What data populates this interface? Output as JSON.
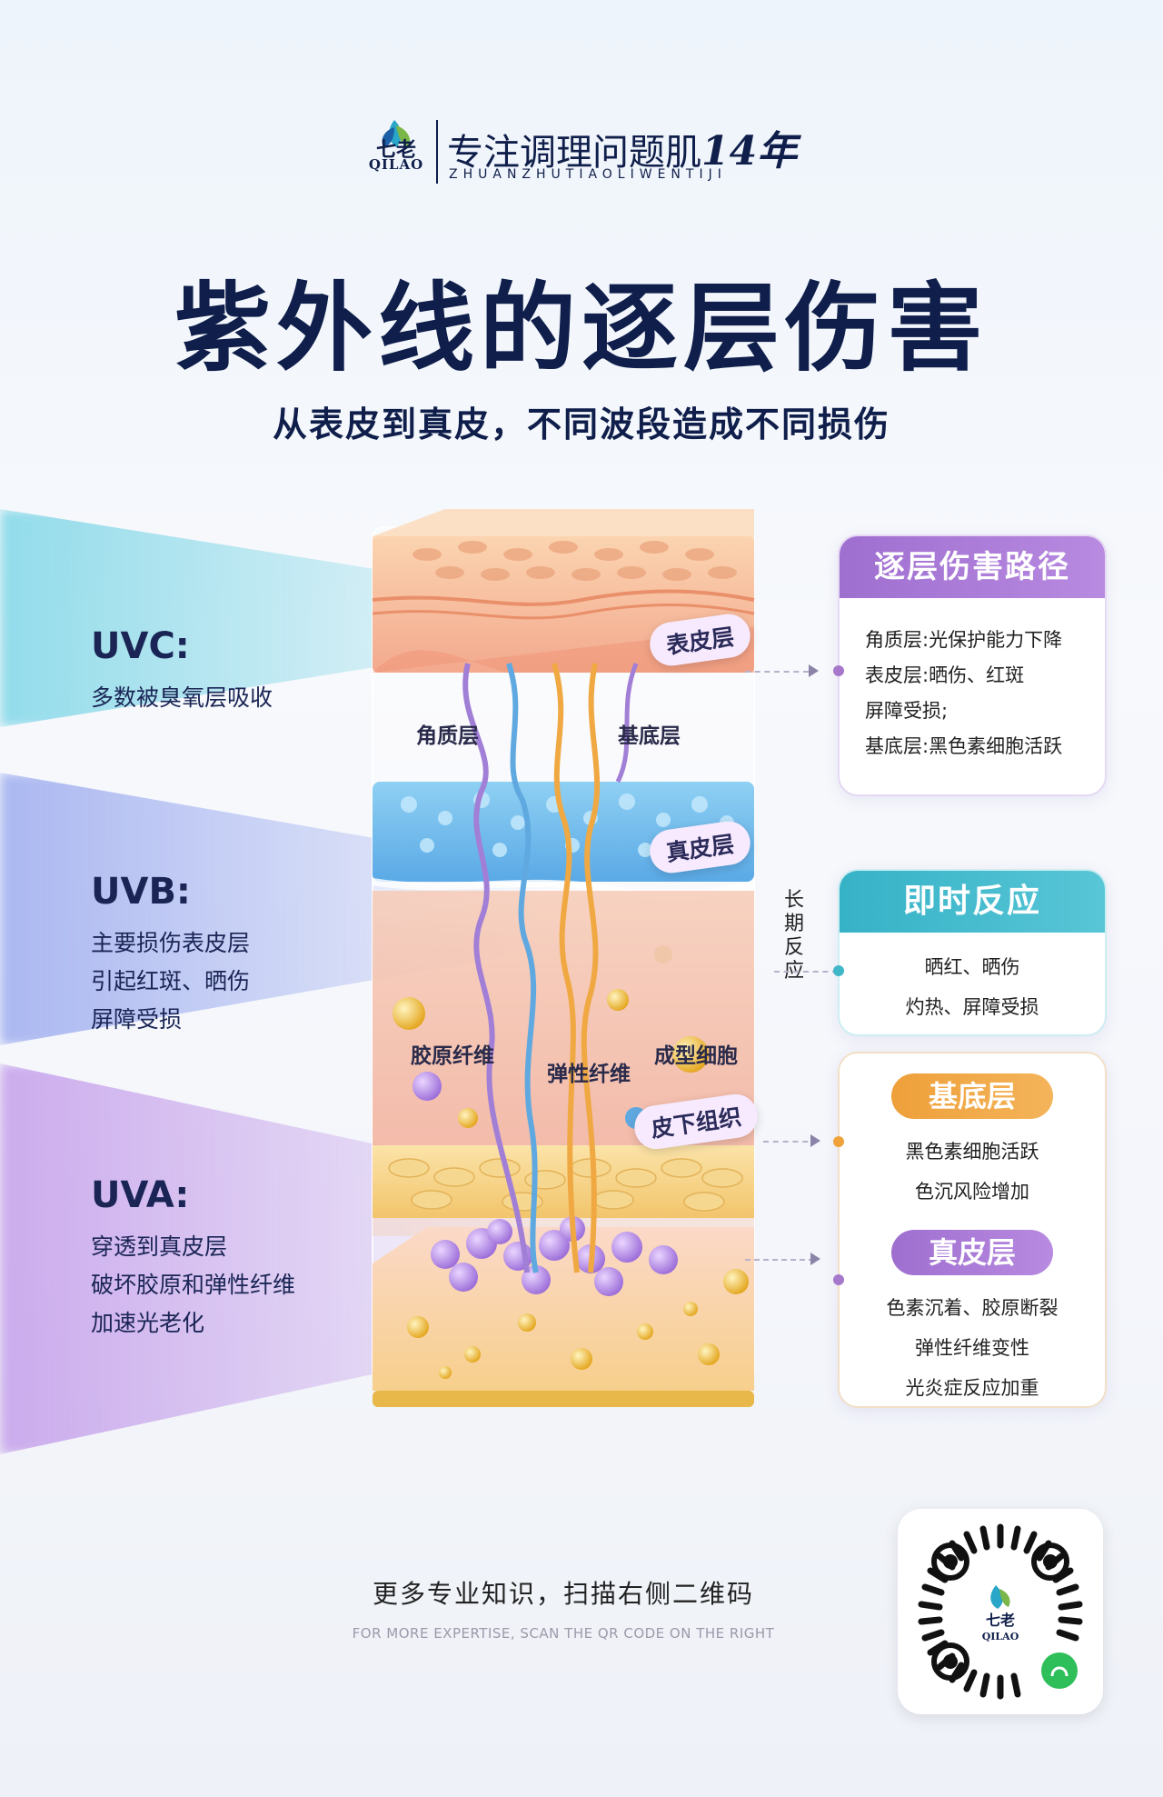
{
  "brand": {
    "logo_text": "七老",
    "logo_name": "QILAO",
    "slogan": "专注调理问题肌",
    "slogan_years": "14年",
    "pinyin": "ZHUANZHUTIAOLIWENTIJI"
  },
  "title": "紫外线的逐层伤害",
  "subtitle": "从表皮到真皮，不同波段造成不同损伤",
  "uv": {
    "uvc": {
      "title": "UVC:",
      "lines": [
        "多数被臭氧层吸收"
      ]
    },
    "uvb": {
      "title": "UVB:",
      "lines": [
        "主要损伤表皮层",
        "引起红斑、晒伤",
        "屏障受损"
      ]
    },
    "uva": {
      "title": "UVA:",
      "lines": [
        "穿透到真皮层",
        "破坏胶原和弹性纤维",
        "加速光老化"
      ]
    }
  },
  "diagram": {
    "tags": {
      "epidermis": "表皮层",
      "dermis": "真皮层",
      "subcutis": "皮下组织"
    },
    "labels": {
      "stratum_corneum": "角质层",
      "basal_layer": "基底层",
      "collagen": "胶原纤维",
      "elastic": "弹性纤维",
      "fibroblast": "成型细胞"
    },
    "long_term": "长期反应"
  },
  "cards": {
    "path": {
      "title": "逐层伤害路径",
      "lines": [
        "角质层:光保护能力下降",
        "表皮层:晒伤、红斑",
        "屏障受损;",
        "基底层:黑色素细胞活跃"
      ]
    },
    "immediate": {
      "title": "即时反应",
      "lines": [
        "晒红、晒伤",
        "灼热、屏障受损"
      ]
    },
    "basal": {
      "title": "基底层",
      "lines": [
        "黑色素细胞活跃",
        "色沉风险增加"
      ]
    },
    "dermis": {
      "title": "真皮层",
      "lines": [
        "色素沉着、胶原断裂",
        "弹性纤维变性",
        "光炎症反应加重"
      ]
    }
  },
  "footer": {
    "cn": "更多专业知识，扫描右侧二维码",
    "en": "FOR MORE EXPERTISE, SCAN THE QR CODE ON THE RIGHT"
  },
  "qr": {
    "logo_text": "七老",
    "logo_name": "QILAO"
  },
  "colors": {
    "navy": "#0f1e4a",
    "purple": "#a678cc",
    "teal": "#3fb7c9",
    "orange": "#f0a23a",
    "uvc_beam": "#40c4dc",
    "uvb_beam": "#6078e6",
    "uva_beam": "#aa6ee1"
  }
}
